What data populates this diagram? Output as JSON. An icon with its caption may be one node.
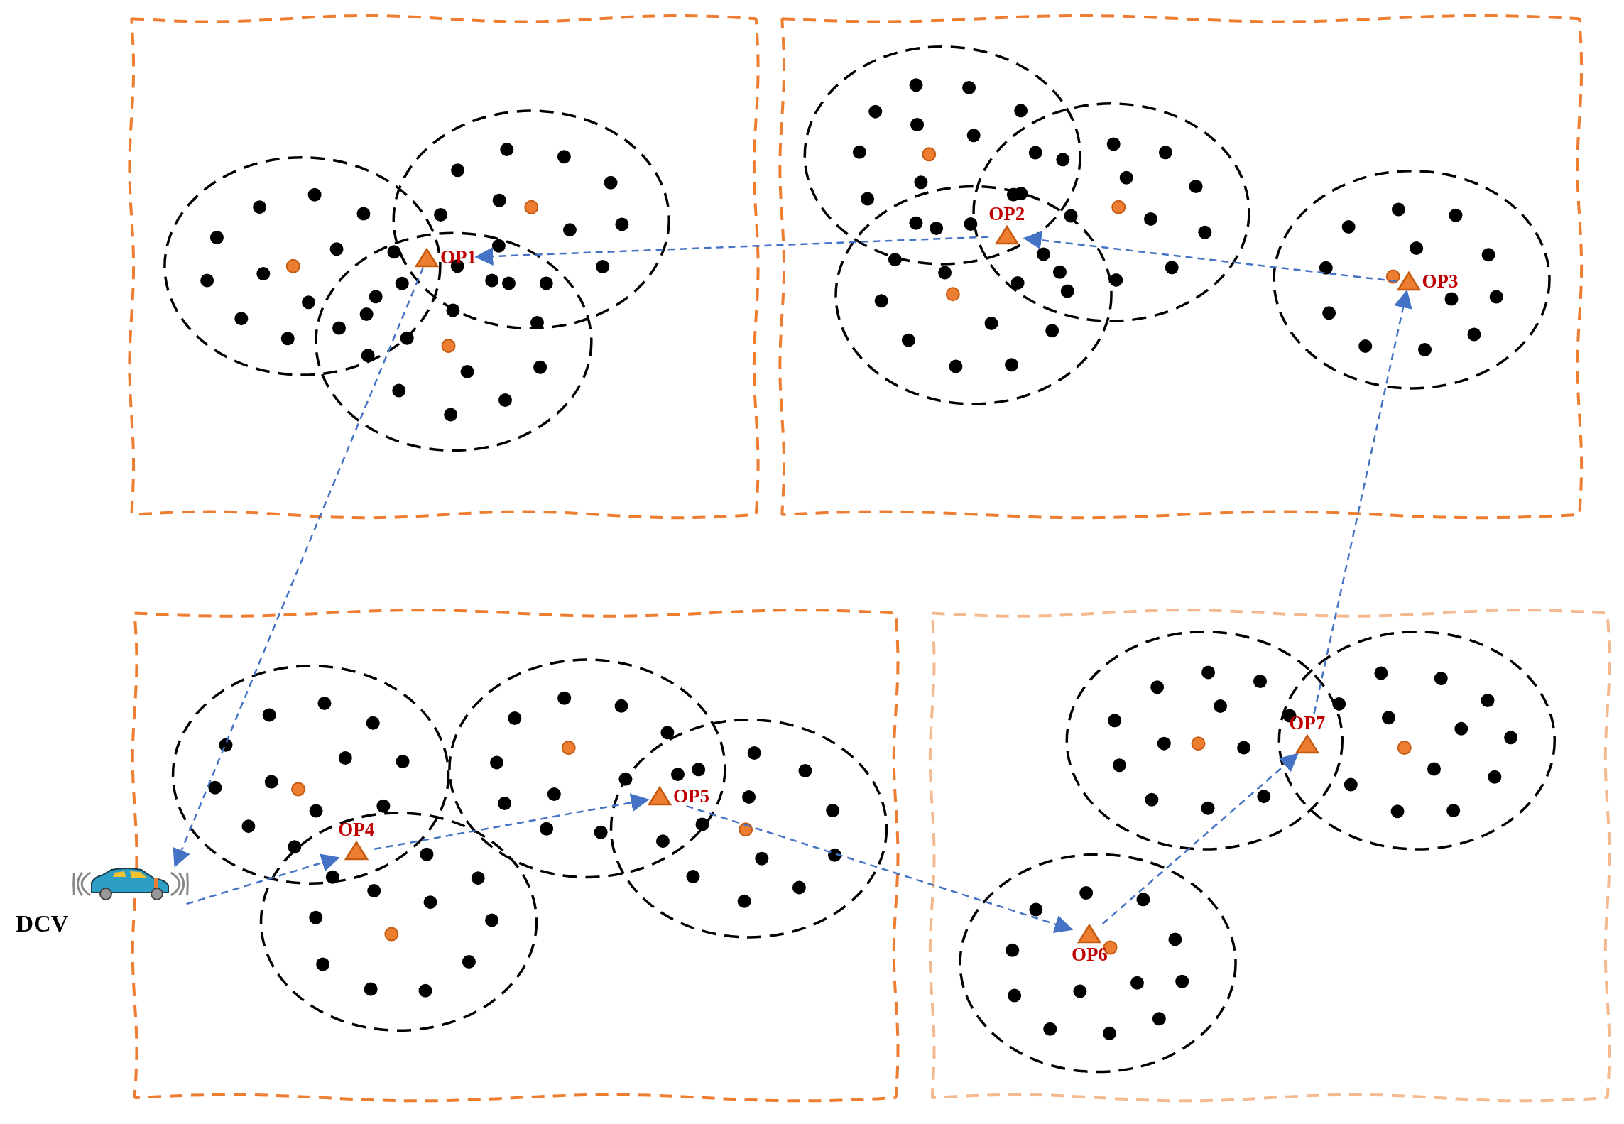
{
  "diagram": {
    "nodes": [
      {
        "text": [
          "DCV"
        ]
      },
      {
        "text": [
          "OP1"
        ]
      },
      {
        "text": [
          "OP2"
        ]
      },
      {
        "text": [
          "OP3"
        ]
      },
      {
        "text": [
          "OP4"
        ]
      },
      {
        "text": [
          "OP5"
        ]
      },
      {
        "text": [
          "OP6"
        ]
      },
      {
        "text": [
          "OP7"
        ]
      }
    ],
    "edges": [
      {
        "from": 0,
        "to": 4,
        "arrow": "to"
      },
      {
        "from": 4,
        "to": 5,
        "arrow": "to"
      },
      {
        "from": 5,
        "to": 6,
        "arrow": "to"
      },
      {
        "from": 6,
        "to": 7,
        "arrow": "to"
      },
      {
        "from": 7,
        "to": 3,
        "arrow": "to"
      },
      {
        "from": 3,
        "to": 2,
        "arrow": "to"
      },
      {
        "from": 2,
        "to": 1,
        "arrow": "to"
      },
      {
        "from": 1,
        "to": 0,
        "arrow": "to"
      }
    ]
  }
}
